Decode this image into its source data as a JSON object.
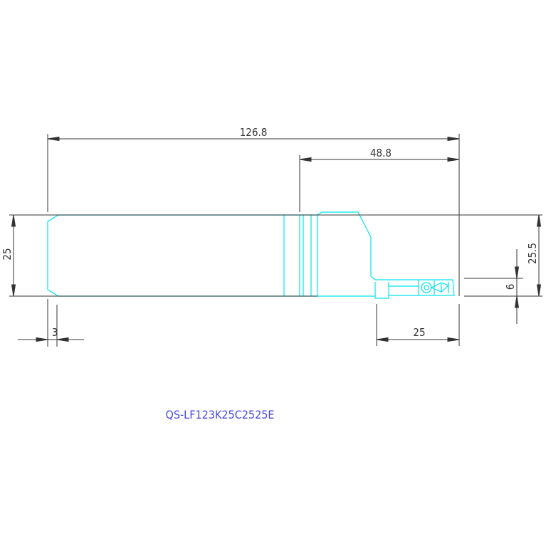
{
  "drawing": {
    "part_number": "QS-LF123K25C2525E",
    "dimensions": {
      "overall_length": "126.8",
      "head_length": "48.8",
      "shank_height": "25",
      "height_to_tip": "25.5",
      "insert_width": "6",
      "head_offset": "25",
      "chamfer": "3"
    }
  },
  "colors": {
    "part_outline": "#00e5ee",
    "dimension_line": "#333333",
    "part_number_text": "#4a4adf",
    "background": "#ffffff"
  }
}
